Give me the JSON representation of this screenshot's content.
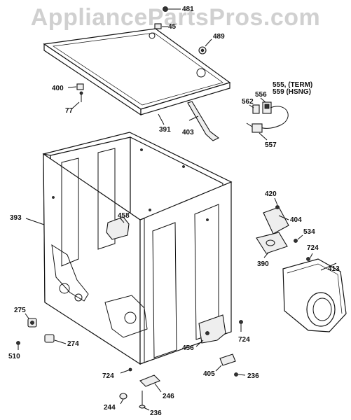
{
  "watermark": "AppliancePartsPros.com",
  "labels": {
    "p481": "481",
    "p45": "45",
    "p489": "489",
    "p400": "400",
    "p77": "77",
    "p391": "391",
    "p403": "403",
    "p562": "562",
    "p556": "556",
    "p555": "555, (TERM)",
    "p559": "559 (HSNG)",
    "p557": "557",
    "p393": "393",
    "p458": "458",
    "p420": "420",
    "p404": "404",
    "p534": "534",
    "p724a": "724",
    "p390": "390",
    "p413": "413",
    "p275": "275",
    "p510": "510",
    "p274": "274",
    "p456": "456",
    "p724b": "724",
    "p724c": "724",
    "p405": "405",
    "p236a": "236",
    "p246": "246",
    "p244": "244",
    "p236b": "236"
  }
}
